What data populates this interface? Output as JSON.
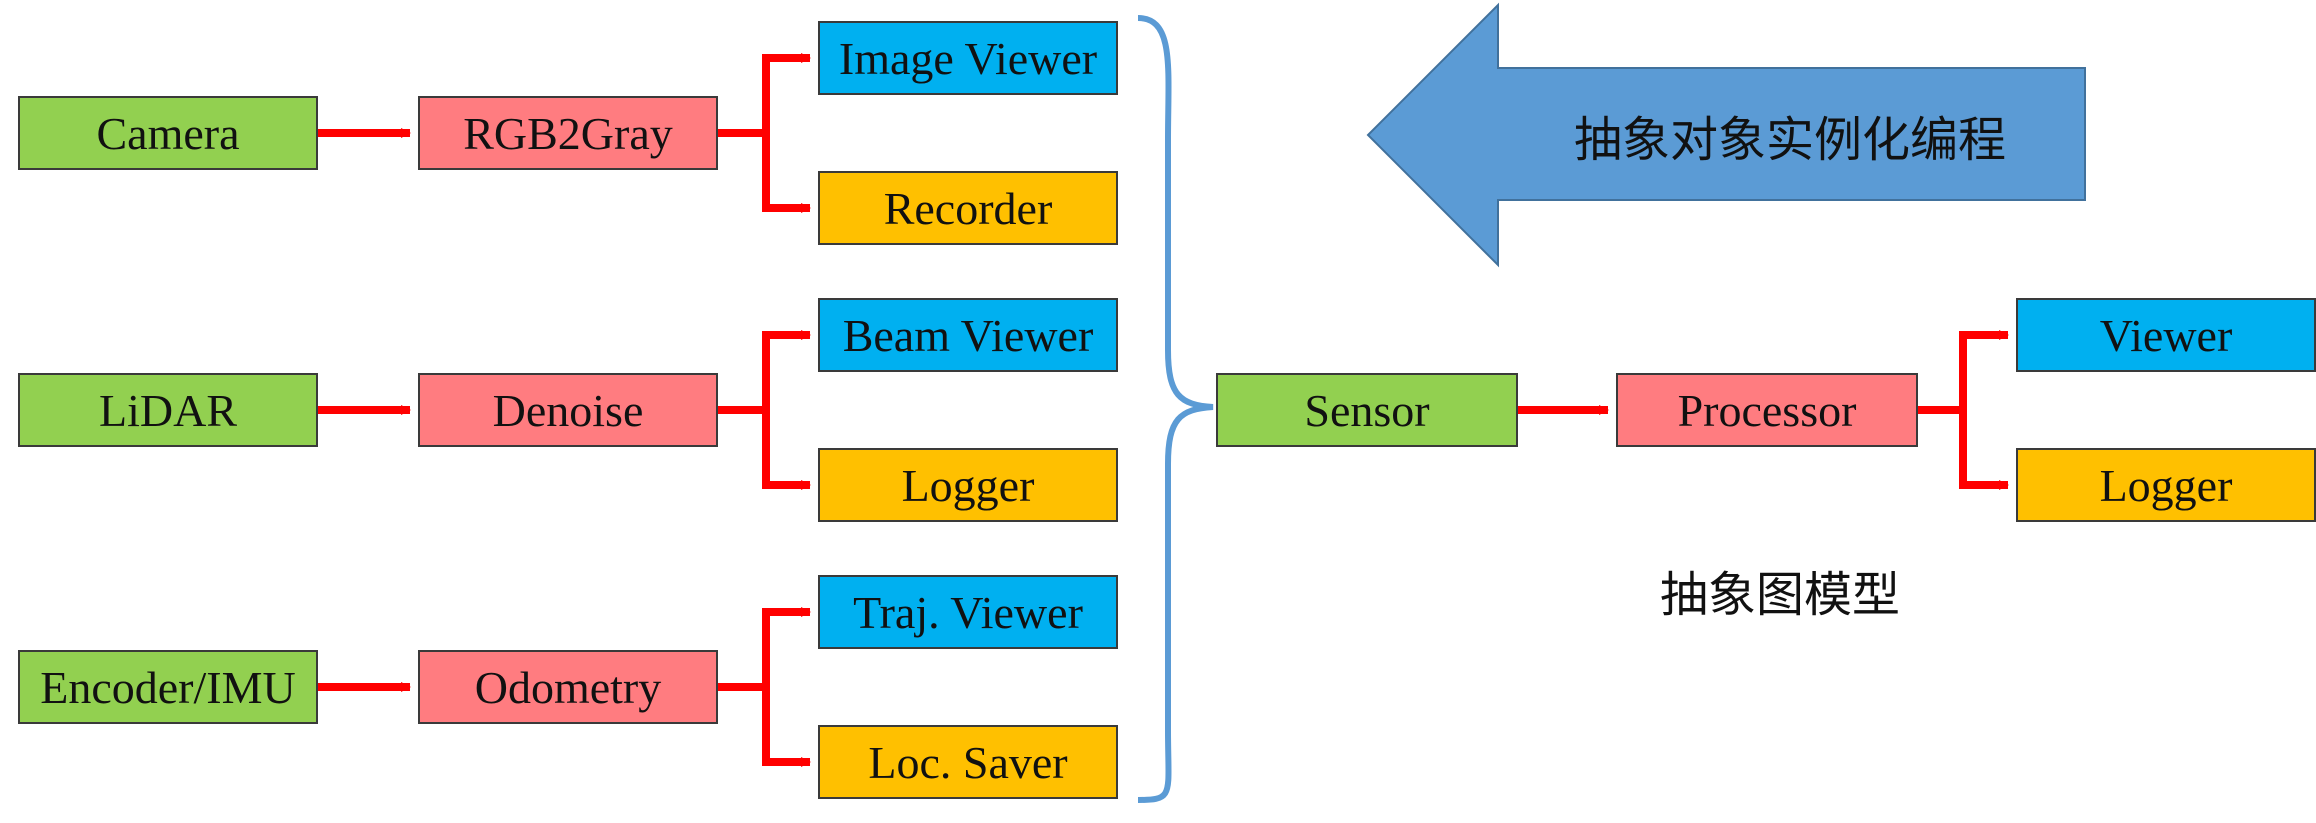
{
  "pipelines": [
    {
      "source": "Camera",
      "processor": "RGB2Gray",
      "outputs": [
        "Image Viewer",
        "Recorder"
      ]
    },
    {
      "source": "LiDAR",
      "processor": "Denoise",
      "outputs": [
        "Beam Viewer",
        "Logger"
      ]
    },
    {
      "source": "Encoder/IMU",
      "processor": "Odometry",
      "outputs": [
        "Traj. Viewer",
        "Loc. Saver"
      ]
    }
  ],
  "abstract": {
    "source": "Sensor",
    "processor": "Processor",
    "outputs": [
      "Viewer",
      "Logger"
    ]
  },
  "arrow_label": "抽象对象实例化编程",
  "model_label": "抽象图模型",
  "colors": {
    "source": "#92d050",
    "processor": "#ff7c80",
    "viewer": "#00b0f0",
    "sink": "#ffc000",
    "connector": "#ff0000",
    "brace": "#5b9bd5",
    "big_arrow": "#5b9bd5"
  }
}
